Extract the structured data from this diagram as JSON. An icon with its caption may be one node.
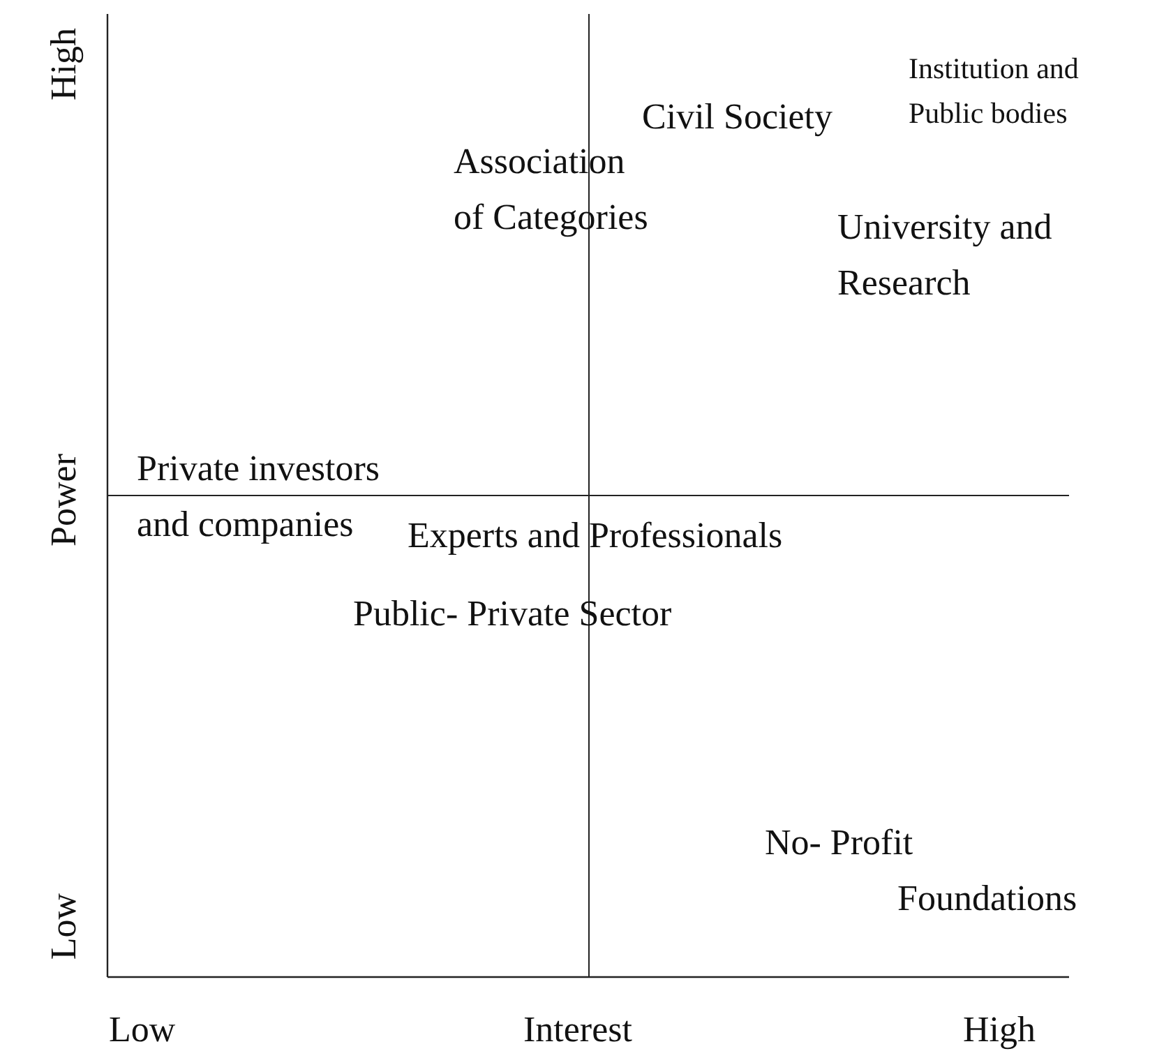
{
  "diagram": {
    "labels": [
      "High",
      "Institution and Public bodies",
      "Civil Society",
      "Association of Categories",
      "University and Research",
      "Private investors and companies",
      "Power",
      "Experts and Professionals",
      "Public- Private Sector",
      "No- Profit Foundations",
      "Low",
      "Low",
      "Interest",
      "High"
    ]
  }
}
